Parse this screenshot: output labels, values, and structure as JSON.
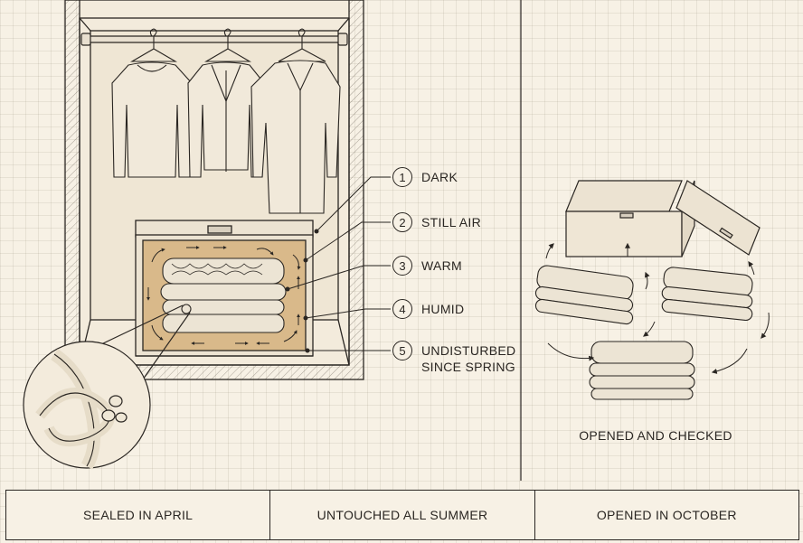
{
  "labels": [
    {
      "num": "1",
      "text": "DARK"
    },
    {
      "num": "2",
      "text": "STILL AIR"
    },
    {
      "num": "3",
      "text": "WARM"
    },
    {
      "num": "4",
      "text": "HUMID"
    },
    {
      "num": "5",
      "text": "UNDISTURBED",
      "text2": "SINCE SPRING"
    }
  ],
  "right_caption": "OPENED AND CHECKED",
  "timeline": [
    "SEALED IN APRIL",
    "UNTOUCHED ALL SUMMER",
    "OPENED IN OCTOBER"
  ],
  "colors": {
    "background": "#f7f1e5",
    "ink": "#2a2622",
    "box_interior": "#d9b98a",
    "wool": "#ece4d4"
  }
}
